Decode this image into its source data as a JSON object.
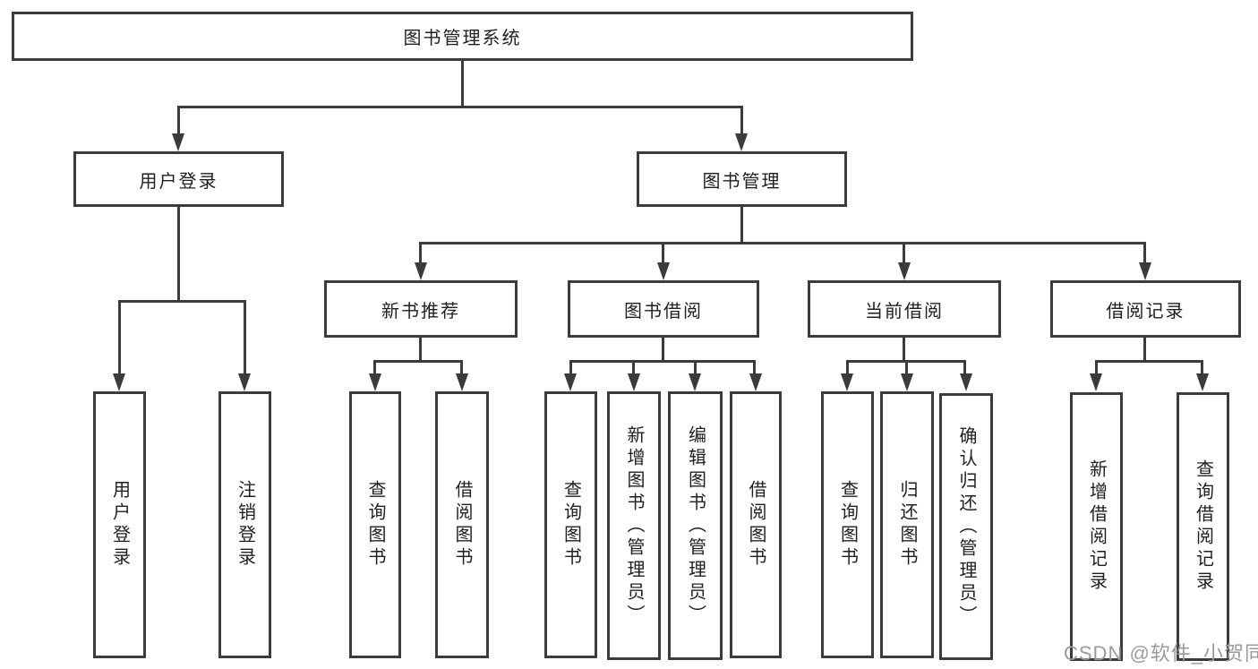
{
  "diagram": {
    "title": "图书管理系统",
    "type": "hierarchy-tree"
  },
  "nodes": {
    "root": {
      "label": "图书管理系统"
    },
    "login": {
      "label": "用户登录"
    },
    "book_mgmt": {
      "label": "图书管理"
    },
    "leaf_user_login": {
      "label": "用户登录"
    },
    "leaf_logout": {
      "label": "注销登录"
    },
    "new_book_rec": {
      "label": "新书推荐"
    },
    "book_borrow": {
      "label": "图书借阅"
    },
    "current_borrow": {
      "label": "当前借阅"
    },
    "borrow_records": {
      "label": "借阅记录"
    },
    "nbr_query": {
      "label": "查询图书"
    },
    "nbr_borrow": {
      "label": "借阅图书"
    },
    "bb_query": {
      "label": "查询图书"
    },
    "bb_add": {
      "label": "新增图书（管理员）"
    },
    "bb_edit": {
      "label": "编辑图书（管理员）"
    },
    "bb_borrow": {
      "label": "借阅图书"
    },
    "cb_query": {
      "label": "查询图书"
    },
    "cb_return": {
      "label": "归还图书"
    },
    "cb_confirm": {
      "label": "确认归还（管理员）"
    },
    "br_add": {
      "label": "新增借阅记录"
    },
    "br_query": {
      "label": "查询借阅记录"
    }
  },
  "hierarchy": {
    "图书管理系统": {
      "用户登录": [
        "用户登录",
        "注销登录"
      ],
      "图书管理": {
        "新书推荐": [
          "查询图书",
          "借阅图书"
        ],
        "图书借阅": [
          "查询图书",
          "新增图书（管理员）",
          "编辑图书（管理员）",
          "借阅图书"
        ],
        "当前借阅": [
          "查询图书",
          "归还图书",
          "确认归还（管理员）"
        ],
        "借阅记录": [
          "新增借阅记录",
          "查询借阅记录"
        ]
      }
    }
  },
  "watermark": {
    "text": "CSDN @软件_小贺同学",
    "color": "#9b9b9b"
  },
  "colors": {
    "line": "#3b3b3b",
    "box_border": "#3b3b3b",
    "box_background": "#ffffff",
    "text": "#1f1f1f",
    "page_background": "#ffffff"
  }
}
